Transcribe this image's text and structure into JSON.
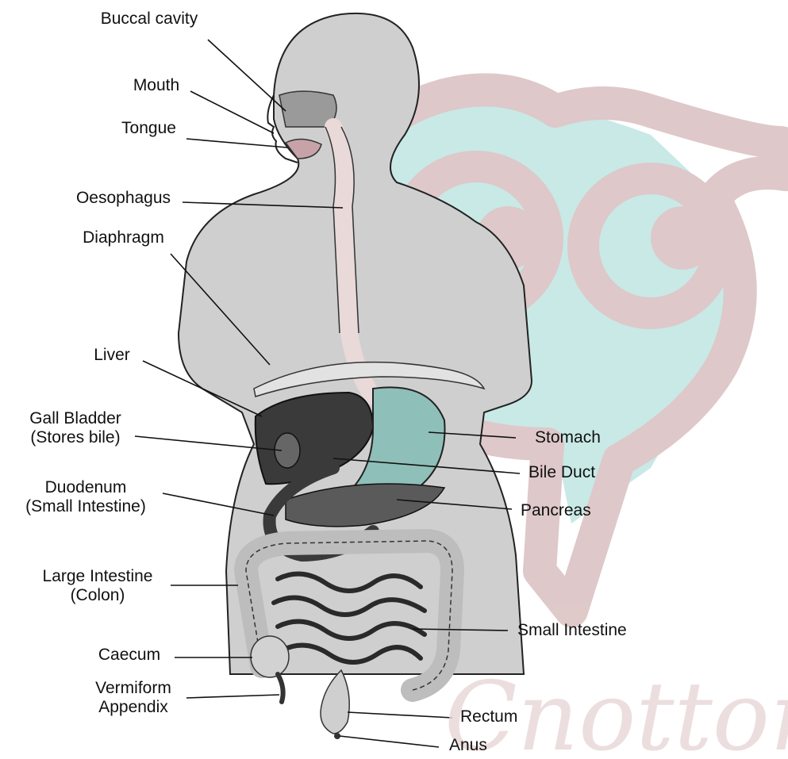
{
  "labels": {
    "buccal_cavity": "Buccal cavity",
    "mouth": "Mouth",
    "tongue": "Tongue",
    "oesophagus": "Oesophagus",
    "diaphragm": "Diaphragm",
    "liver": "Liver",
    "gall_bladder": "Gall Bladder",
    "gall_bladder_note": "(Stores bile)",
    "duodenum": "Duodenum",
    "duodenum_note": "(Small Intestine)",
    "large_intestine": "Large Intestine",
    "large_intestine_note": "(Colon)",
    "caecum": "Caecum",
    "vermiform": "Vermiform",
    "appendix": "Appendix",
    "stomach": "Stomach",
    "bile_duct": "Bile Duct",
    "pancreas": "Pancreas",
    "small_intestine": "Small Intestine",
    "rectum": "Rectum",
    "anus": "Anus"
  },
  "colors": {
    "watermark_pink": "#d9bfc0",
    "watermark_teal": "#bfe6e2",
    "body_fill": "#cfcfcf",
    "outline": "#222222",
    "organ_dark": "#3a3a3a",
    "label_text": "#111111"
  }
}
